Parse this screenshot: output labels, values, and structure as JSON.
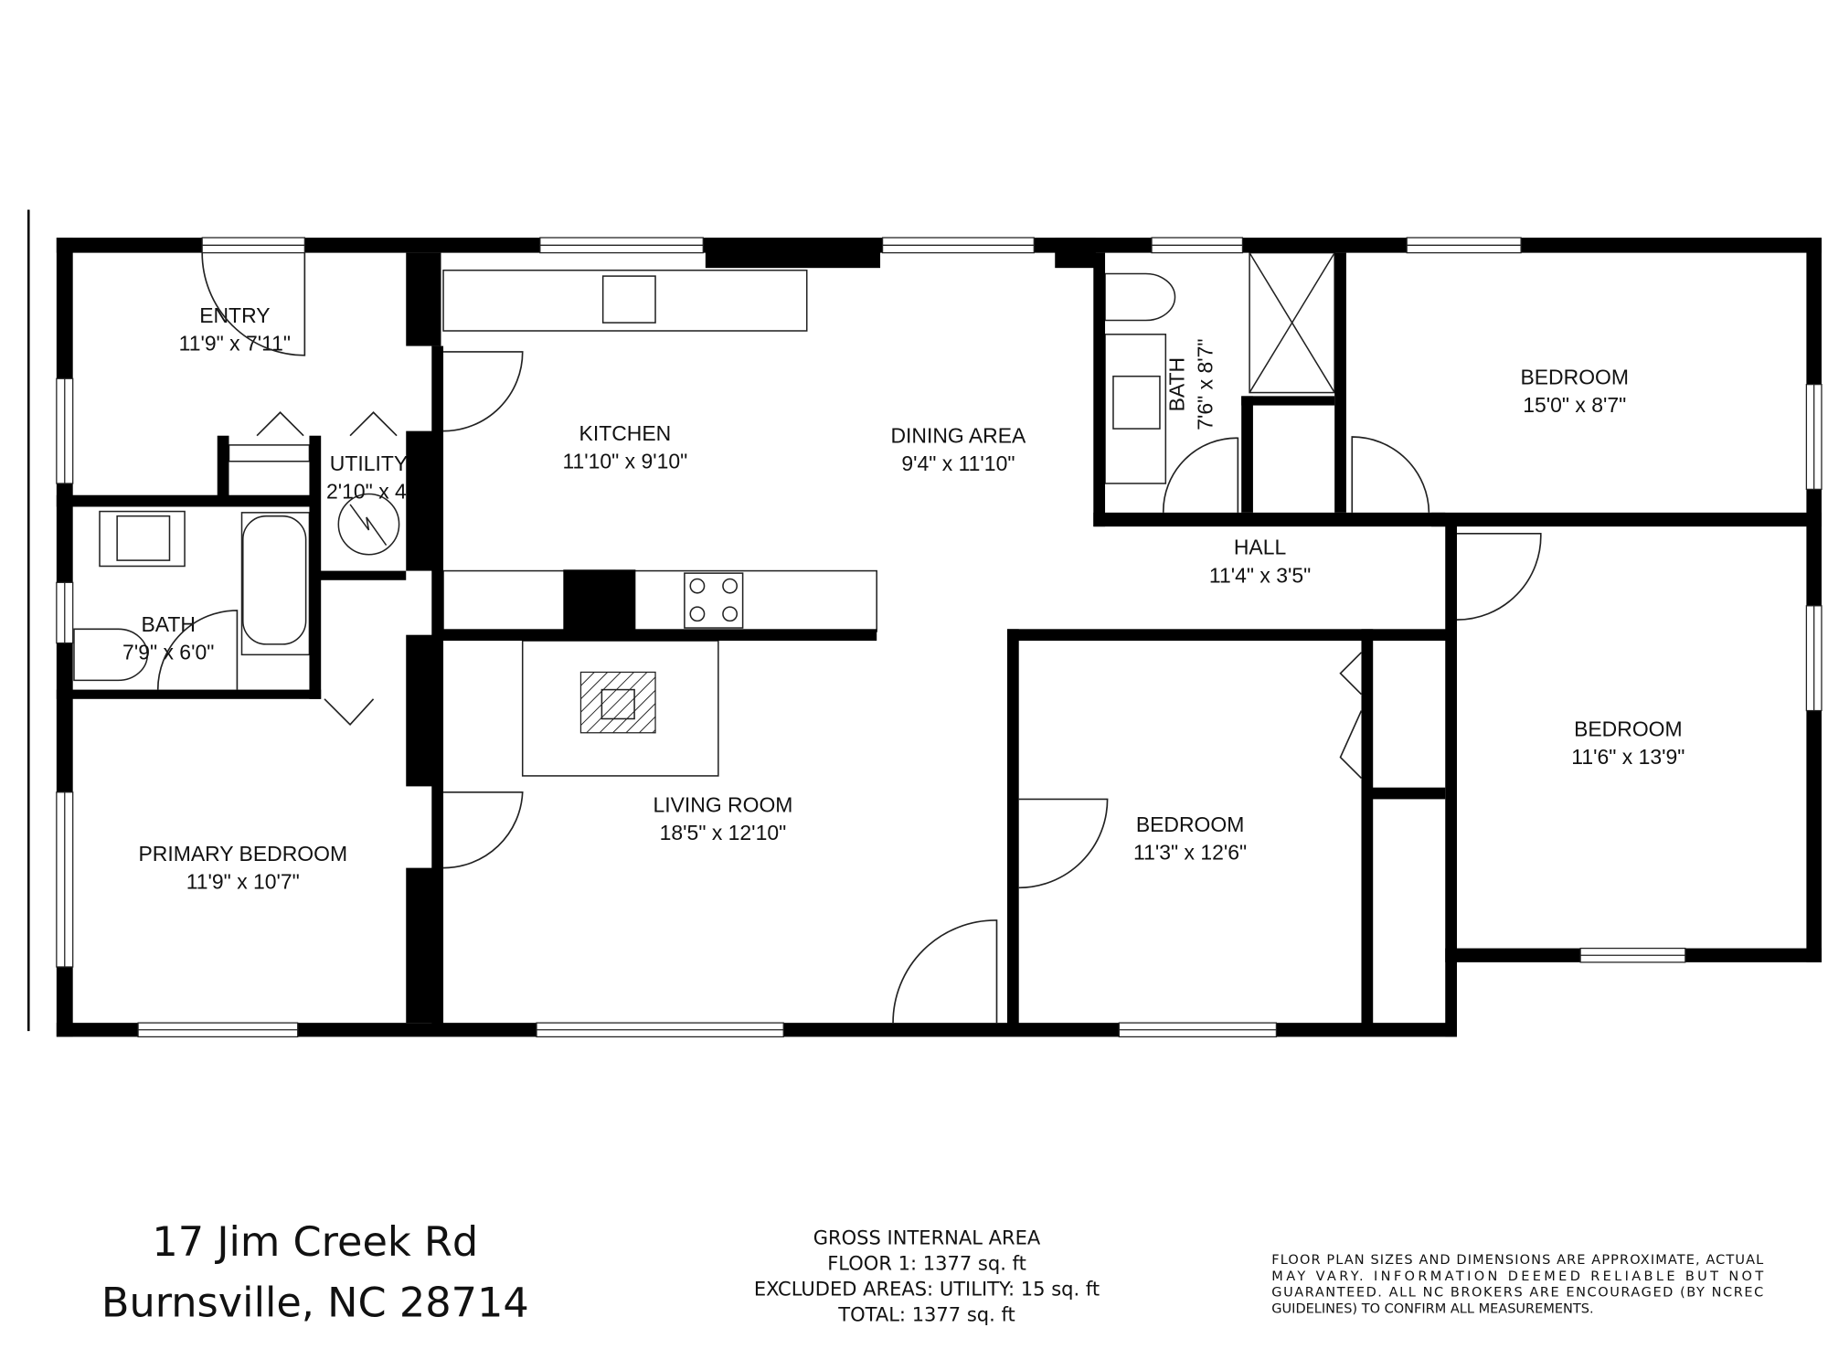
{
  "rooms": [
    {
      "name": "ENTRY",
      "dims": "11'9\" x 7'11\""
    },
    {
      "name": "KITCHEN",
      "dims": "11'10\" x 9'10\""
    },
    {
      "name": "DINING AREA",
      "dims": "9'4\" x 11'10\""
    },
    {
      "name": "BATH",
      "dims": "7'6\" x 8'7\""
    },
    {
      "name": "BEDROOM",
      "dims": "15'0\" x 8'7\""
    },
    {
      "name": "UTILITY",
      "dims": "2'10\" x 4"
    },
    {
      "name": "HALL",
      "dims": "11'4\" x 3'5\""
    },
    {
      "name": "BATH",
      "dims": "7'9\" x 6'0\""
    },
    {
      "name": "LIVING ROOM",
      "dims": "18'5\" x 12'10\""
    },
    {
      "name": "BEDROOM",
      "dims": "11'6\" x 13'9\""
    },
    {
      "name": "BEDROOM",
      "dims": "11'3\" x 12'6\""
    },
    {
      "name": "PRIMARY BEDROOM",
      "dims": "11'9\" x 10'7\""
    }
  ],
  "address": {
    "line1": "17 Jim Creek Rd",
    "line2": "Burnsville, NC 28714"
  },
  "area": {
    "title": "GROSS INTERNAL AREA",
    "floor": "FLOOR 1: 1377 sq. ft",
    "excluded": "EXCLUDED AREAS: UTILITY: 15 sq. ft",
    "total": "TOTAL: 1377 sq. ft"
  },
  "disclaimer": [
    "FLOOR PLAN SIZES AND DIMENSIONS ARE APPROXIMATE, ACTUAL",
    "MAY VARY. INFORMATION DEEMED RELIABLE BUT NOT",
    "GUARANTEED. ALL NC BROKERS ARE ENCOURAGED (BY NCREC",
    "GUIDELINES) TO CONFIRM ALL MEASUREMENTS."
  ],
  "colors": {
    "wall": "#000000",
    "background": "#ffffff"
  }
}
